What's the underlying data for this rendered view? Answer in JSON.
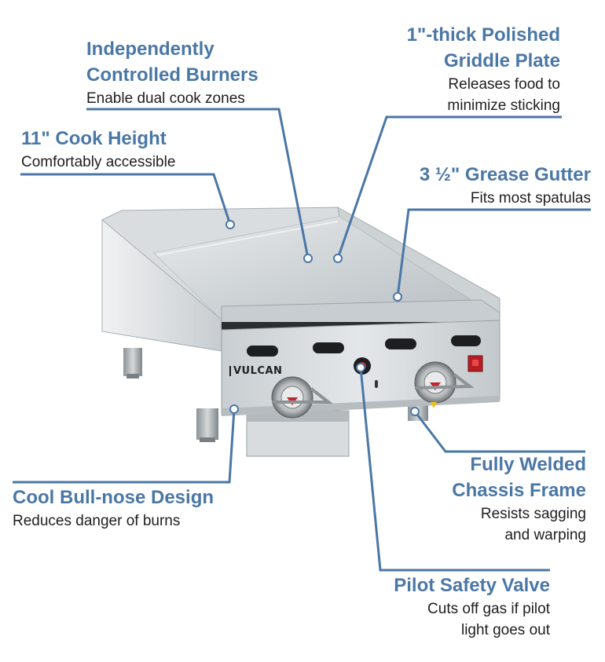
{
  "brand": {
    "logo_text": "VULCAN"
  },
  "colors": {
    "accent": "#4a77a6",
    "leader": "#4a77a6",
    "text": "#1e1e1e",
    "steel": "#cfd3d6"
  },
  "callouts": {
    "burners": {
      "title_line1": "Independently",
      "title_line2": "Controlled Burners",
      "sub_line1": "Enable dual cook zones"
    },
    "plate": {
      "title_line1": "1\"-thick Polished",
      "title_line2": "Griddle Plate",
      "sub_line1": "Releases food to",
      "sub_line2": "minimize sticking"
    },
    "height": {
      "title_line1": "11\" Cook Height",
      "sub_line1": "Comfortably accessible"
    },
    "gutter": {
      "title_line1": "3 ½\" Grease Gutter",
      "sub_line1": "Fits most spatulas"
    },
    "bullnose": {
      "title_line1": "Cool Bull-nose Design",
      "sub_line1": "Reduces danger of burns"
    },
    "chassis": {
      "title_line1": "Fully Welded",
      "title_line2": "Chassis Frame",
      "sub_line1": "Resists sagging",
      "sub_line2": "and warping"
    },
    "pilot": {
      "title_line1": "Pilot Safety Valve",
      "sub_line1": "Cuts off gas if pilot",
      "sub_line2": "light goes out"
    }
  }
}
